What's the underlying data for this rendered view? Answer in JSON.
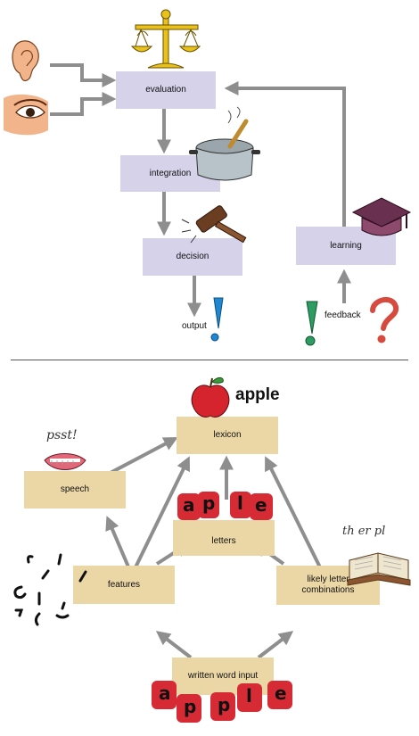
{
  "top": {
    "boxes": {
      "evaluation": "evaluation",
      "integration": "integration",
      "decision": "decision",
      "learning": "learning"
    },
    "output_label": "output",
    "feedback_label": "feedback"
  },
  "bottom": {
    "boxes": {
      "lexicon": "lexicon",
      "speech": "speech",
      "letters": "letters",
      "features": "features",
      "likely_letter_combinations": "likely letter combinations",
      "written_word_input": "written word input"
    },
    "apple_word": "apple",
    "psst_text": "psst!",
    "ther_text": "th er pl",
    "puzzle_top": [
      "a",
      "p",
      "l",
      "e"
    ],
    "puzzle_bottom": [
      "a",
      "p",
      "p",
      "l",
      "e"
    ]
  },
  "colors": {
    "top_box": "#d5d2ea",
    "bottom_box": "#ebd7a6",
    "arrow": "#8e8e8e",
    "puzzle": "#d62a35",
    "exclaim_blue": "#1f88d0",
    "exclaim_green": "#2e9b62",
    "question_red": "#d74b3f"
  },
  "icons": [
    "ear-icon",
    "eye-icon",
    "balance-scale-icon",
    "cooking-pot-icon",
    "gavel-icon",
    "graduation-cap-icon",
    "exclamation-icon",
    "question-icon",
    "apple-icon",
    "lips-icon",
    "open-book-icon",
    "puzzle-piece-icon"
  ]
}
